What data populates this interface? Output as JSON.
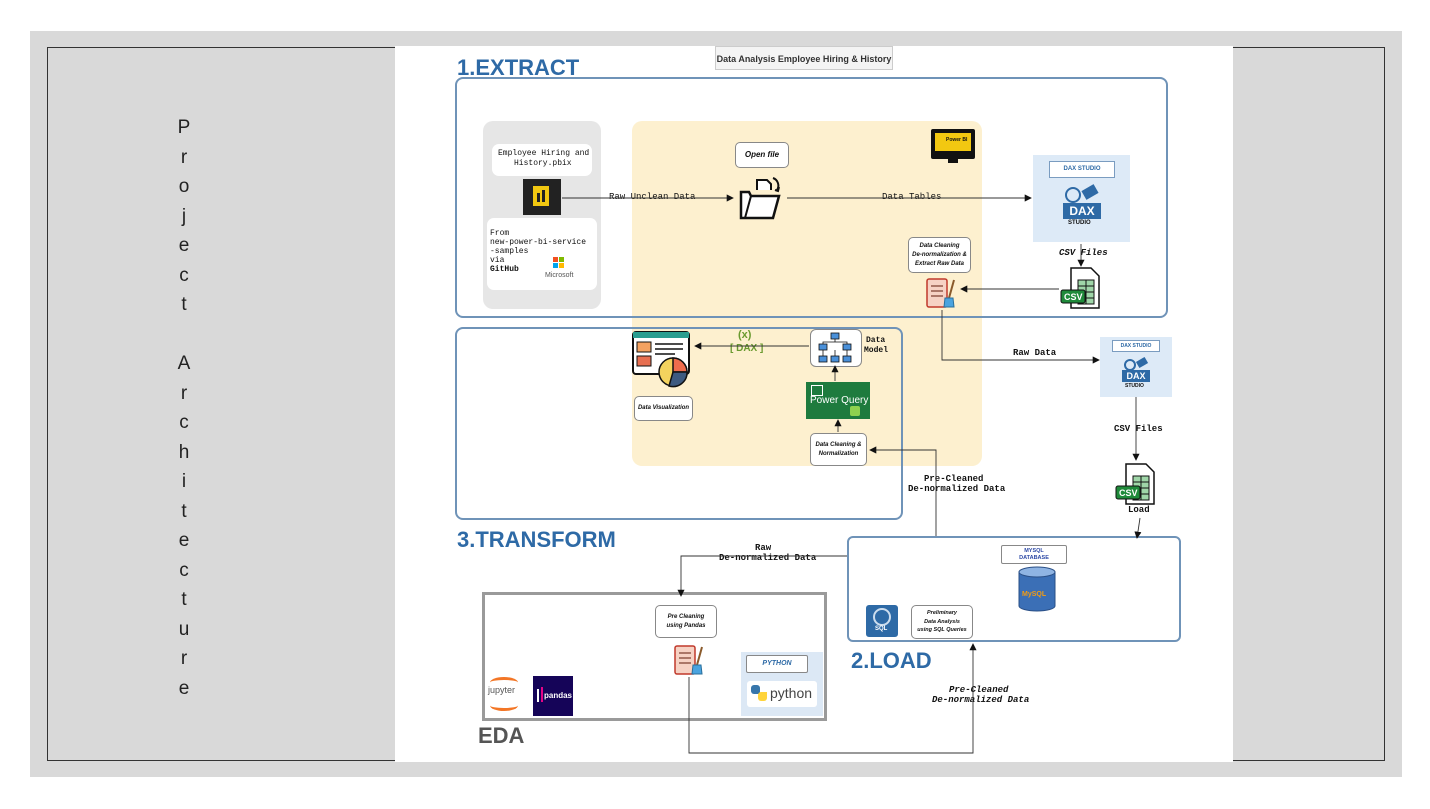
{
  "side_title": "Project Architecture",
  "diagram_title": "Data Analysis Employee Hiring & History",
  "sections": {
    "extract": "1.EXTRACT",
    "load": "2.LOAD",
    "transform": "3.TRANSFORM",
    "eda": "EDA"
  },
  "source": {
    "file_name_line1": "Employee Hiring and",
    "file_name_line2": "History.pbix",
    "from_line1": "From",
    "from_line2": "new-power-bi-service",
    "from_line3": "-samples",
    "via": "via",
    "github": "GitHub",
    "microsoft": "Microsoft"
  },
  "flow_labels": {
    "raw_unclean": "Raw Unclean Data",
    "data_tables": "Data Tables",
    "csv_files_1": "CSV Files",
    "raw_data": "Raw Data",
    "csv_files_2": "CSV Files",
    "load": "Load",
    "pre_cleaned_1_line1": "Pre-Cleaned",
    "pre_cleaned_1_line2": "De-normalized Data",
    "raw_denorm_line1": "Raw",
    "raw_denorm_line2": "De-normalized Data",
    "pre_cleaned_2_line1": "Pre-Cleaned",
    "pre_cleaned_2_line2": "De-normalized Data",
    "data_model_line1": "Data",
    "data_model_line2": "Model",
    "dax": "[ DAX ]",
    "fx": "(x)"
  },
  "notes": {
    "open_file": "Open file",
    "cleaning_line1": "Data Cleaning",
    "cleaning_line2": "De-normalization &",
    "cleaning_line3": "Extract Raw Data",
    "data_viz": "Data Visualization",
    "cleaning_norm_line1": "Data Cleaning &",
    "cleaning_norm_line2": "Normalization",
    "mysql_line1": "MYSQL",
    "mysql_line2": "DATABASE",
    "prelim_line1": "Preliminary",
    "prelim_line2": "Data Analysis",
    "prelim_line3": "using SQL Queries",
    "pandas_clean_line1": "Pre Cleaning",
    "pandas_clean_line2": "using Pandas",
    "python_tag": "PYTHON"
  },
  "logos": {
    "power_bi": "Power BI",
    "dax_studio_tag": "DAX STUDIO",
    "dax": "DAX",
    "studio": "STUDIO",
    "csv": "CSV",
    "power_query": "Power Query",
    "sql": "SQL",
    "mysql": "MySQL",
    "jupyter": "jupyter",
    "pandas": "pandas",
    "python": "python"
  },
  "colors": {
    "section_blue": "#2e6aa6",
    "yellow_panel": "#fdf0cf",
    "power_query_green": "#1e7b3e",
    "csv_green": "#1f8a3a",
    "pandas_navy": "#150458"
  }
}
